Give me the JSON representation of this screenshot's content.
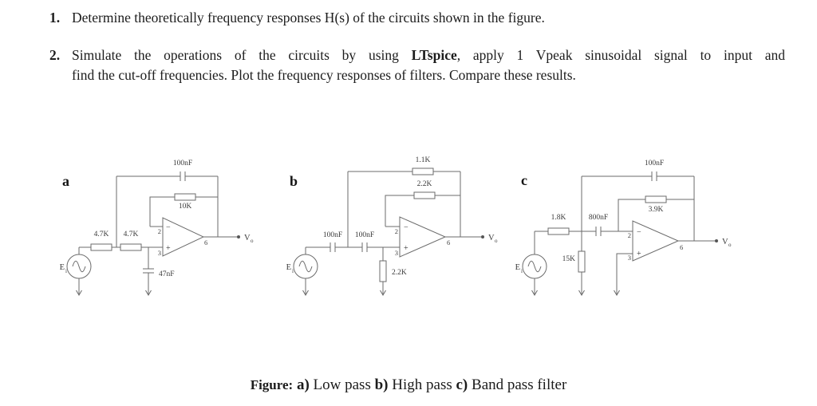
{
  "tasks": {
    "item1_num": "1.",
    "item1_text": "Determine theoretically frequency responses H(s) of the circuits shown in the figure.",
    "item2_num": "2.",
    "item2_line1_part1": "Simulate the operations of the circuits by using ",
    "item2_line1_bold": "LTspice",
    "item2_line1_part2": ", apply 1 Vpeak sinusoidal signal to input and",
    "item2_line2": "find the cut-off frequencies. Plot the frequency responses of filters. Compare these results."
  },
  "caption": {
    "figure_label": "Figure:",
    "a_label": "a)",
    "a_text": "Low pass",
    "b_label": "b)",
    "b_text": "High pass",
    "c_label": "c)",
    "c_text": "Band pass filter"
  },
  "circuit_a": {
    "label": "a",
    "feedback_cap": "100nF",
    "feedback_res": "10K",
    "r1": "4.7K",
    "r2": "4.7K",
    "shunt_cap": "47nF",
    "pin_inv": "2",
    "pin_noninv": "3",
    "pin_out": "6",
    "minus": "−",
    "plus": "+",
    "source": "E",
    "source_sub": "i",
    "out": "V",
    "out_sub": "o"
  },
  "circuit_b": {
    "label": "b",
    "feedback_res_top": "1.1K",
    "feedback_res": "2.2K",
    "c1": "100nF",
    "c2": "100nF",
    "shunt_res": "2.2K",
    "pin_inv": "2",
    "pin_noninv": "3",
    "pin_out": "6",
    "minus": "−",
    "plus": "+",
    "source": "E",
    "source_sub": "i",
    "out": "V",
    "out_sub": "o"
  },
  "circuit_c": {
    "label": "c",
    "feedback_cap": "100nF",
    "feedback_res": "3.9K",
    "r1": "1.8K",
    "series_cap": "800nF",
    "shunt_res": "15K",
    "pin_inv": "2",
    "pin_noninv": "3",
    "pin_out": "6",
    "minus": "−",
    "plus": "+",
    "source": "E",
    "source_sub": "i",
    "out": "V",
    "out_sub": "o"
  }
}
